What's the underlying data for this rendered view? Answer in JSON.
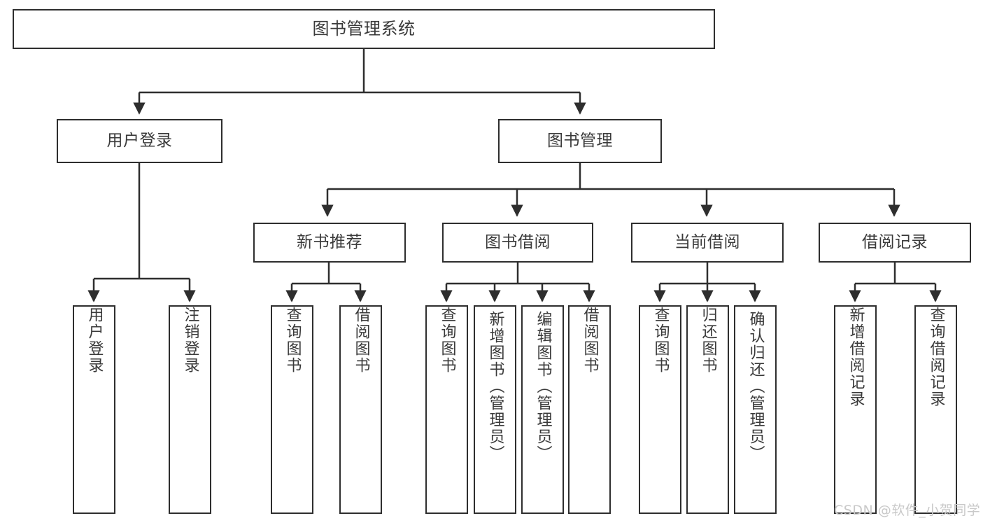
{
  "diagram": {
    "title": "图书管理系统",
    "type": "功能结构图",
    "stroke_color": "#2e2e2e",
    "text_color": "#3a3a3a",
    "background_color": "#ffffff",
    "watermark": {
      "text": "CSDN @软件_小贺同学",
      "color": "#c9c9c9"
    }
  },
  "nodes": {
    "root": {
      "label": "图书管理系统"
    },
    "level2": [
      {
        "id": "user-login",
        "label": "用户登录"
      },
      {
        "id": "book-management",
        "label": "图书管理"
      }
    ],
    "level3": [
      {
        "id": "new-book-recommend",
        "label": "新书推荐"
      },
      {
        "id": "book-borrow",
        "label": "图书借阅"
      },
      {
        "id": "current-borrow",
        "label": "当前借阅"
      },
      {
        "id": "borrow-record",
        "label": "借阅记录"
      }
    ],
    "leaves": [
      {
        "id": "leaf-user-login",
        "label": "用户登录",
        "parent": "user-login"
      },
      {
        "id": "leaf-logout-login",
        "label": "注销登录",
        "parent": "user-login"
      },
      {
        "id": "leaf-query-book-1",
        "label": "查询图书",
        "parent": "new-book-recommend"
      },
      {
        "id": "leaf-borrow-book-1",
        "label": "借阅图书",
        "parent": "new-book-recommend"
      },
      {
        "id": "leaf-query-book-2",
        "label": "查询图书",
        "parent": "book-borrow"
      },
      {
        "id": "leaf-add-book",
        "label": "新增图书（管理员）",
        "parent": "book-borrow"
      },
      {
        "id": "leaf-edit-book",
        "label": "编辑图书（管理员）",
        "parent": "book-borrow"
      },
      {
        "id": "leaf-borrow-book-2",
        "label": "借阅图书",
        "parent": "book-borrow"
      },
      {
        "id": "leaf-query-book-3",
        "label": "查询图书",
        "parent": "current-borrow"
      },
      {
        "id": "leaf-return-book",
        "label": "归还图书",
        "parent": "current-borrow"
      },
      {
        "id": "leaf-confirm-return",
        "label": "确认归还（管理员）",
        "parent": "current-borrow"
      },
      {
        "id": "leaf-add-record",
        "label": "新增借阅记录",
        "parent": "borrow-record"
      },
      {
        "id": "leaf-query-record",
        "label": "查询借阅记录",
        "parent": "borrow-record"
      }
    ]
  }
}
